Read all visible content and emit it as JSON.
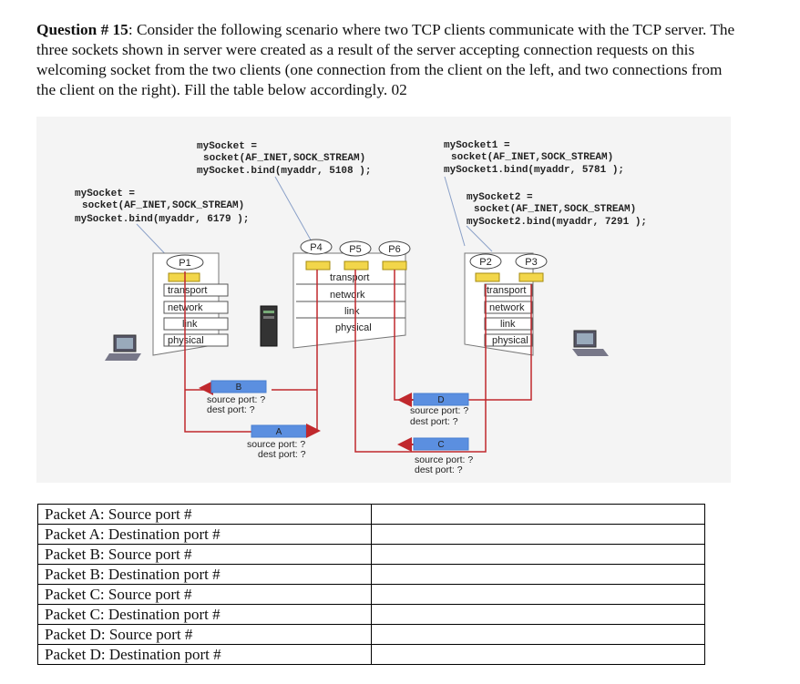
{
  "question": {
    "label": "Question # 15",
    "text": ": Consider the following scenario where two TCP clients communicate with the TCP server. The three sockets shown in server were created as a result of the server accepting connection requests on this welcoming socket from the two clients (one connection from the client on the left, and two connections from the client on the right). Fill the table below accordingly. 02"
  },
  "code": {
    "server_l1": "mySocket =",
    "server_l2": "socket(AF_INET,SOCK_STREAM)",
    "server_l3": "mySocket.bind(myaddr, 5108  );",
    "left_l1": "mySocket =",
    "left_l2": "socket(AF_INET,SOCK_STREAM)",
    "left_l3": "mySocket.bind(myaddr, 6179  );",
    "right1_l1": "mySocket1 =",
    "right1_l2": "socket(AF_INET,SOCK_STREAM)",
    "right1_l3": "mySocket1.bind(myaddr, 5781  );",
    "right2_l1": "mySocket2 =",
    "right2_l2": "socket(AF_INET,SOCK_STREAM)",
    "right2_l3": "mySocket2.bind(myaddr, 7291  );"
  },
  "processes": {
    "p1": "P1",
    "p2": "P2",
    "p3": "P3",
    "p4": "P4",
    "p5": "P5",
    "p6": "P6"
  },
  "layers": {
    "transport": "transport",
    "network": "network",
    "link": "link",
    "physical": "physical"
  },
  "packets": {
    "a": {
      "label": "A",
      "src": "source port: ?",
      "dst": "dest port: ?"
    },
    "b": {
      "label": "B",
      "src": "source port: ?",
      "dst": "dest port: ?"
    },
    "c": {
      "label": "C",
      "src": "source port: ?",
      "dst": "dest port: ?"
    },
    "d": {
      "label": "D",
      "src": "source port: ?",
      "dst": "dest port: ?"
    }
  },
  "table": {
    "rows": [
      {
        "label": "Packet A: Source port #",
        "value": ""
      },
      {
        "label": "Packet A: Destination port #",
        "value": ""
      },
      {
        "label": "Packet B: Source port #",
        "value": ""
      },
      {
        "label": "Packet B: Destination port #",
        "value": ""
      },
      {
        "label": "Packet C: Source port #",
        "value": ""
      },
      {
        "label": "Packet C: Destination port #",
        "value": ""
      },
      {
        "label": "Packet D: Source port #",
        "value": ""
      },
      {
        "label": "Packet D: Destination port #",
        "value": ""
      }
    ]
  },
  "colors": {
    "arrow": "#c0282d",
    "packet": "#4a7fd0",
    "packet_fill": "#5b8fe0",
    "socket": "#f2d64a",
    "background": "#f4f4f4",
    "connector": "#8aa0c8"
  }
}
